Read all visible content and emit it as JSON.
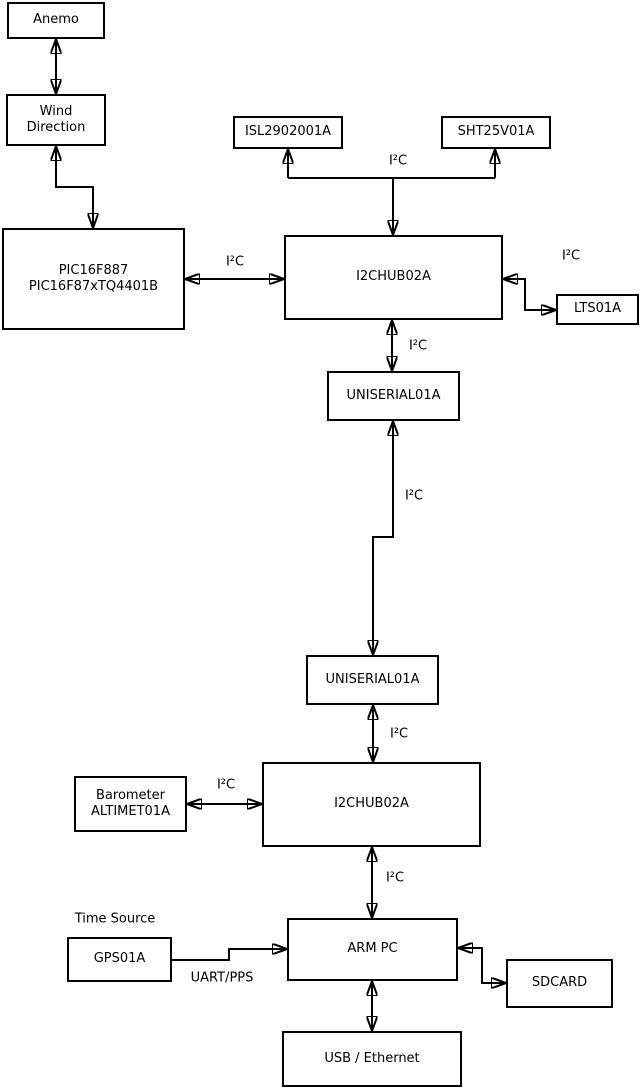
{
  "colors": {
    "background": "#ffffff",
    "stroke": "#000000",
    "text": "#000000"
  },
  "nodes": {
    "anemo": {
      "label": "Anemo"
    },
    "wind_direction": {
      "line1": "Wind",
      "line2": "Direction"
    },
    "pic": {
      "line1": "PIC16F887",
      "line2": "PIC16F87xTQ4401B"
    },
    "isl": {
      "label": "ISL2902001A"
    },
    "sht": {
      "label": "SHT25V01A"
    },
    "i2chub_top": {
      "label": "I2CHUB02A"
    },
    "lts": {
      "label": "LTS01A"
    },
    "uniserial_top": {
      "label": "UNISERIAL01A"
    },
    "uniserial_bottom": {
      "label": "UNISERIAL01A"
    },
    "barometer": {
      "line1": "Barometer",
      "line2": "ALTIMET01A"
    },
    "i2chub_bottom": {
      "label": "I2CHUB02A"
    },
    "arm_pc": {
      "label": "ARM PC"
    },
    "gps": {
      "label": "GPS01A"
    },
    "sdcard": {
      "label": "SDCARD"
    },
    "usb_ethernet": {
      "label": "USB / Ethernet"
    }
  },
  "edge_labels": {
    "i2c": "I²C",
    "uart_pps": "UART/PPS",
    "time_source": "Time Source"
  }
}
